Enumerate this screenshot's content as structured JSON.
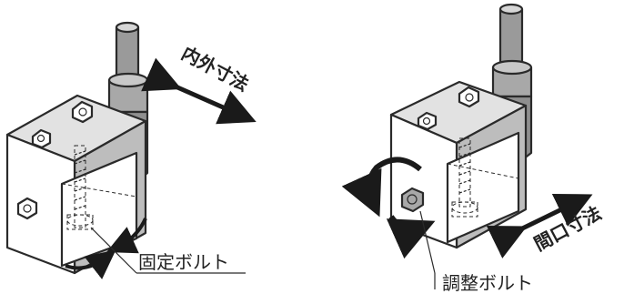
{
  "labels": {
    "left_dimension": "内外寸法",
    "left_bolt": "固定ボルト",
    "right_dimension": "間口寸法",
    "right_bolt": "調整ボルト"
  },
  "colors": {
    "face": "#ffffff",
    "side": "#bdbdbd",
    "side_dark": "#8f8f8f",
    "top": "#e2e2e2",
    "outline": "#2a2a2a",
    "arrow": "#1a1a1a"
  },
  "icons": [
    "rotation-arrow-icon",
    "double-arrow-icon",
    "bolt-head-icon"
  ]
}
